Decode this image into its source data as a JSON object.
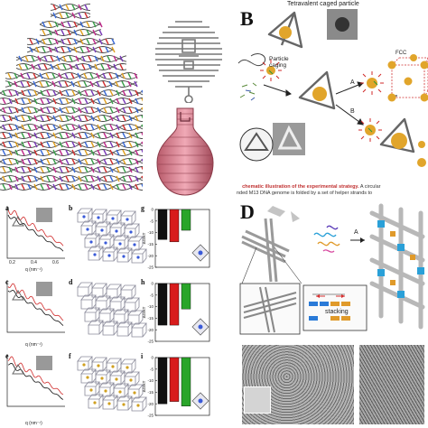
{
  "panels": {
    "A": {
      "letter": ""
    },
    "B": {
      "letter": "B",
      "title": "Tetravalent caged particle",
      "particle_caging": "Particle\ncaging",
      "fcc": "FCC",
      "arrow_a": "A",
      "arrow_b": "B",
      "caption_bold": "chematic illustration of the experimental strategy.",
      "caption_rest": " A circular\nnded M13 DNA genome is folded by a set of helper strands to"
    },
    "C": {
      "letters": [
        "a",
        "b",
        "c",
        "d",
        "e",
        "f",
        "g",
        "h",
        "i"
      ],
      "q_label": "q (nm⁻¹)",
      "q_ticks": [
        "0.2",
        "0.4",
        "0.6"
      ],
      "y_axis": "ΔG/kT",
      "y_ticks": [
        "0",
        "-5",
        "-10",
        "-15",
        "-20",
        "-25"
      ]
    },
    "D": {
      "letter": "D",
      "stacking": "stacking",
      "arrow_a": "A"
    }
  },
  "chart_data": [
    {
      "type": "bar",
      "title": "",
      "ylabel": "ΔG/kT",
      "ylim": [
        -25,
        0
      ],
      "categories": [
        "black",
        "red",
        "green"
      ],
      "values": [
        -13,
        -14,
        -9
      ],
      "colors": [
        "#111111",
        "#d81c1c",
        "#2aa52a"
      ]
    },
    {
      "type": "bar",
      "title": "",
      "ylabel": "ΔG/kT",
      "ylim": [
        -25,
        0
      ],
      "categories": [
        "black",
        "red",
        "green"
      ],
      "values": [
        -18,
        -18,
        -11
      ],
      "colors": [
        "#111111",
        "#d81c1c",
        "#2aa52a"
      ]
    },
    {
      "type": "bar",
      "title": "",
      "ylabel": "ΔG/kT",
      "ylim": [
        -25,
        0
      ],
      "categories": [
        "black",
        "red",
        "green"
      ],
      "values": [
        -20,
        -19,
        -21
      ],
      "colors": [
        "#111111",
        "#d81c1c",
        "#2aa52a"
      ]
    }
  ]
}
